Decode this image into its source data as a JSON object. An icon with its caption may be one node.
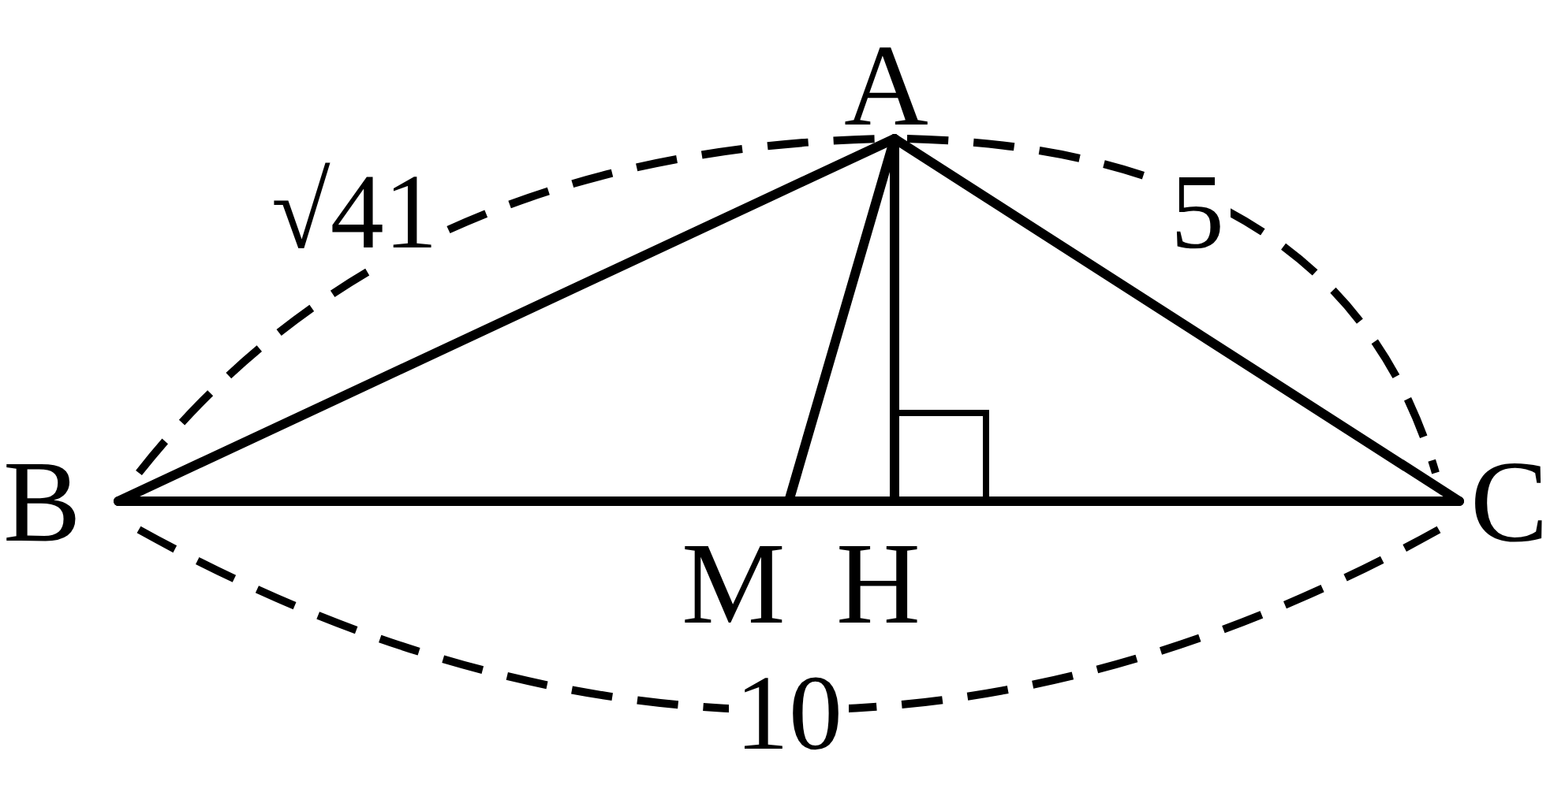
{
  "diagram": {
    "nodes": [
      {
        "text": [
          "A"
        ]
      },
      {
        "text": [
          "B"
        ]
      },
      {
        "text": [
          "C"
        ]
      },
      {
        "text": [
          "M"
        ]
      },
      {
        "text": [
          "H"
        ]
      }
    ],
    "edges": [
      {
        "from": 0,
        "to": 1,
        "arrow": "none"
      },
      {
        "from": 0,
        "to": 2,
        "arrow": "none"
      },
      {
        "from": 1,
        "to": 2,
        "arrow": "none"
      },
      {
        "from": 0,
        "to": 3,
        "arrow": "none"
      },
      {
        "from": 0,
        "to": 4,
        "arrow": "none"
      }
    ],
    "labels": [
      "√41",
      "5",
      "10"
    ]
  }
}
